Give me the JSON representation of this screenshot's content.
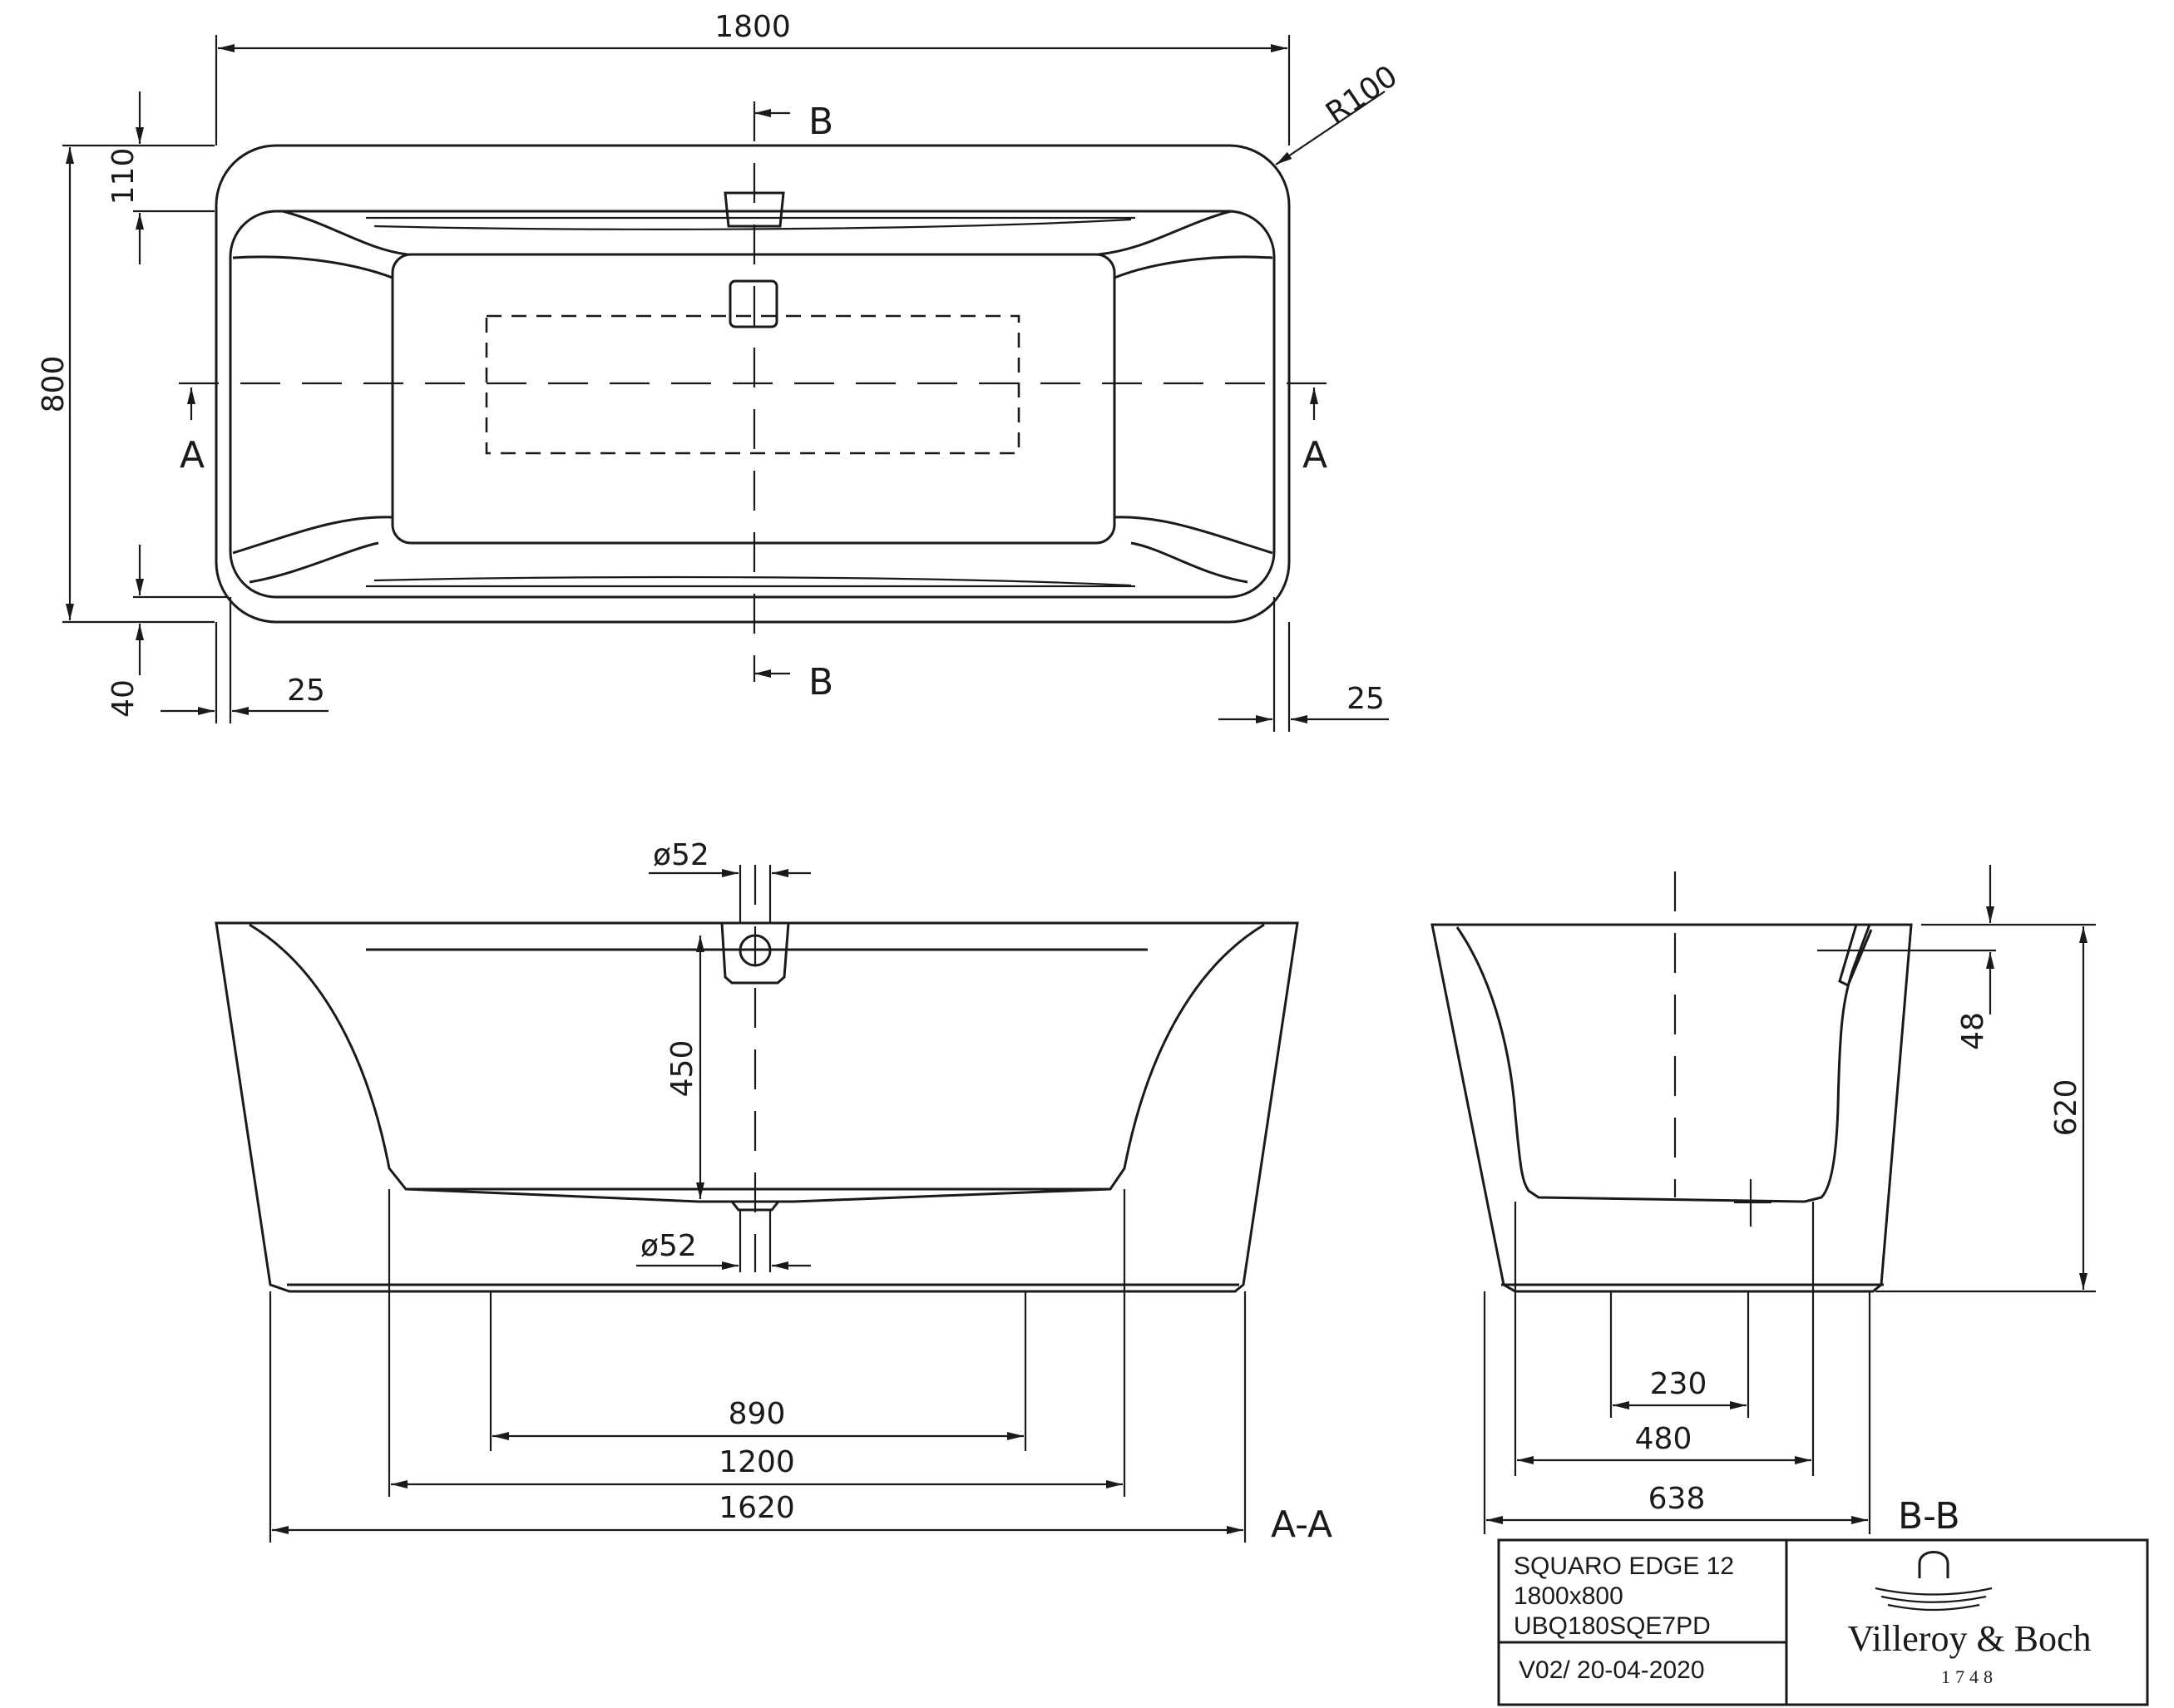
{
  "drawing": {
    "plan": {
      "overall_length": "1800",
      "overall_width": "800",
      "rim_depth": "110",
      "corner_radius": "R100",
      "offset_bottom": "40",
      "offset_left": "25",
      "offset_right": "25",
      "section_a_label": "A",
      "section_b_label": "B"
    },
    "section_aa": {
      "overflow_diameter": "ø52",
      "drain_diameter": "ø52",
      "overflow_drop": "450",
      "dim_inner": "890",
      "dim_mid": "1200",
      "dim_outer": "1620",
      "label": "A-A"
    },
    "section_bb": {
      "rim_offset": "48",
      "height": "620",
      "dim_inner": "230",
      "dim_mid": "480",
      "dim_outer": "638",
      "label": "B-B"
    }
  },
  "title_block": {
    "product_name": "SQUARO EDGE 12",
    "size": "1800x800",
    "article_code": "UBQ180SQE7PD",
    "version_date": "V02/ 20-04-2020",
    "brand": "Villeroy & Boch",
    "brand_year": "1748"
  }
}
